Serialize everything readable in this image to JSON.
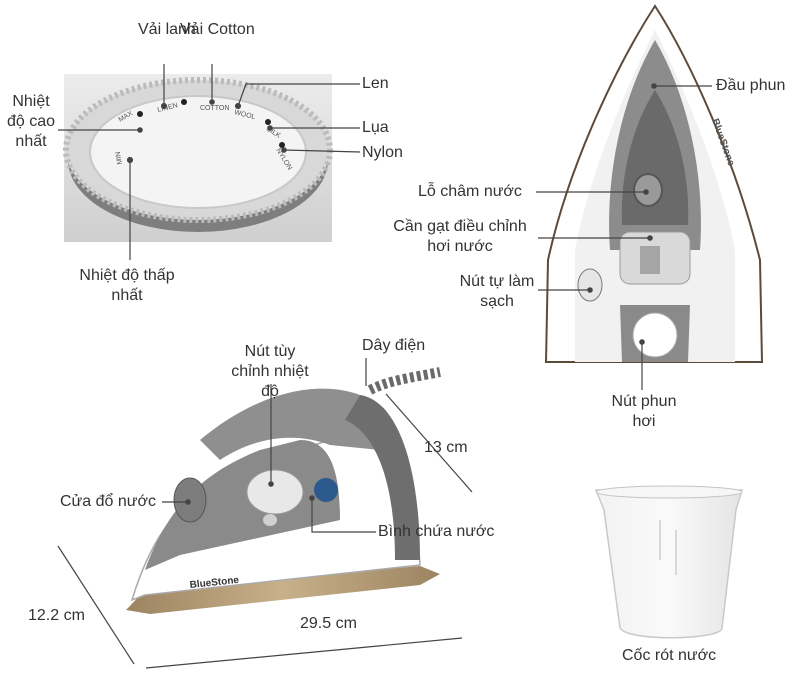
{
  "dial": {
    "linen": "Vải lanh",
    "cotton": "Vải Cotton",
    "wool": "Len",
    "silk": "Lụa",
    "nylon": "Nylon",
    "max_temp": "Nhiệt độ cao nhất",
    "min_temp": "Nhiệt độ thấp nhất",
    "engraved": {
      "max": "MAX",
      "linen": "LINEN",
      "cotton": "COTTON",
      "wool": "WOOL",
      "silk": "SILK",
      "nylon": "NYLON",
      "min": "MIN"
    }
  },
  "top_view": {
    "nozzle": "Đầu phun",
    "spray_hole": "Lỗ châm nước",
    "steam_lever": "Cần gạt điều chỉnh hơi nước",
    "self_clean": "Nút tự làm sạch",
    "steam_button": "Nút phun hơi",
    "brand_side": "BlueStone"
  },
  "side_view": {
    "temp_knob": "Nút tùy chỉnh nhiệt độ",
    "cord": "Dây điện",
    "fill_door": "Cửa đổ nước",
    "tank": "Bình chứa nước",
    "height": "13 cm",
    "width": "12.2 cm",
    "length": "29.5 cm",
    "brand": "BlueStone"
  },
  "cup": {
    "label": "Cốc rót nước"
  },
  "colors": {
    "grey": "#8a8a8a",
    "dark_grey": "#6d6d6d",
    "soleplate": "#b59a76",
    "line": "#444444"
  }
}
